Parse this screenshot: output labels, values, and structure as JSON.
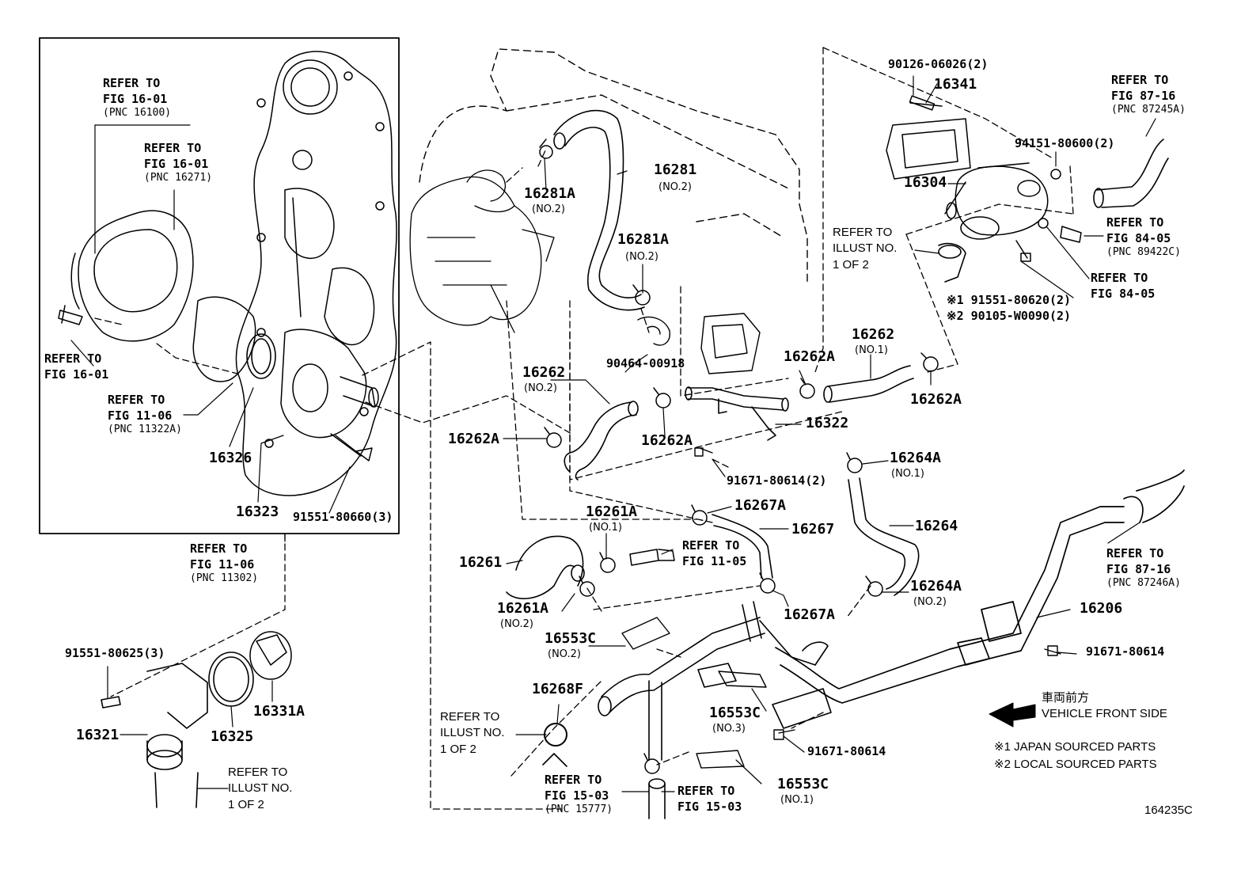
{
  "parts": {
    "p16341": "16341",
    "p90126": "90126-06026(2)",
    "p94151": "94151-80600(2)",
    "p16304": "16304",
    "p16281": "16281",
    "p16281_no": "(NO.2)",
    "p16281A_1": "16281A",
    "p16281A_1_no": "(NO.2)",
    "p16281A_2": "16281A",
    "p16281A_2_no": "(NO.2)",
    "p90464": "90464-00918",
    "p16262_no1": "16262",
    "p16262_no1_no": "(NO.1)",
    "p16262_no2": "16262",
    "p16262_no2_no": "(NO.2)",
    "p16262A_a": "16262A",
    "p16262A_b": "16262A",
    "p16262A_c": "16262A",
    "p16262A_d": "16262A",
    "p16322": "16322",
    "p91671_2": "91671-80614(2)",
    "p16264A_1": "16264A",
    "p16264A_1_no": "(NO.1)",
    "p16264": "16264",
    "p16264A_2": "16264A",
    "p16264A_2_no": "(NO.2)",
    "p16267A_1": "16267A",
    "p16267": "16267",
    "p16267A_2": "16267A",
    "p16261A_1": "16261A",
    "p16261A_1_no": "(NO.1)",
    "p16261": "16261",
    "p16261A_2": "16261A",
    "p16261A_2_no": "(NO.2)",
    "p16553C_no2": "16553C",
    "p16553C_no2_no": "(NO.2)",
    "p16553C_no3": "16553C",
    "p16553C_no3_no": "(NO.3)",
    "p16553C_no1": "16553C",
    "p16553C_no1_no": "(NO.1)",
    "p16268F": "16268F",
    "p16206": "16206",
    "p91671_a": "91671-80614",
    "p91671_b": "91671-80614",
    "p16326": "16326",
    "p16323": "16323",
    "p91551_660": "91551-80660(3)",
    "p91551_625": "91551-80625(3)",
    "p16321": "16321",
    "p16325": "16325",
    "p16331A": "16331A",
    "p91551_620": "※1 91551-80620(2)",
    "p90105": "※2 90105-W0090(2)"
  },
  "refs": {
    "r1": {
      "l1": "REFER TO",
      "l2": "FIG 16-01",
      "l3": "(PNC 16100)"
    },
    "r2": {
      "l1": "REFER TO",
      "l2": "FIG 16-01",
      "l3": "(PNC 16271)"
    },
    "r3": {
      "l1": "REFER TO",
      "l2": "FIG 16-01"
    },
    "r4": {
      "l1": "REFER TO",
      "l2": "FIG 11-06",
      "l3": "(PNC 11322A)"
    },
    "r5": {
      "l1": "REFER TO",
      "l2": "FIG 11-06",
      "l3": "(PNC 11302)"
    },
    "r6": {
      "l1": "REFER TO",
      "l2": "FIG 87-16",
      "l3": "(PNC 87245A)"
    },
    "r7": {
      "l1": "REFER TO",
      "l2": "FIG 84-05",
      "l3": "(PNC 89422C)"
    },
    "r8": {
      "l1": "REFER TO",
      "l2": "FIG 84-05"
    },
    "r9": {
      "l1": "REFER TO",
      "l2": "FIG 11-05"
    },
    "r10": {
      "l1": "REFER TO",
      "l2": "FIG 87-16",
      "l3": "(PNC 87246A)"
    },
    "r11": {
      "l1": "REFER TO",
      "l2": "FIG 15-03",
      "l3": "(PNC 15777)"
    },
    "r12": {
      "l1": "REFER TO",
      "l2": "FIG 15-03"
    }
  },
  "illust": {
    "i1": {
      "l1": "REFER TO",
      "l2": "ILLUST NO.",
      "l3": "1 OF 2"
    },
    "i2": {
      "l1": "REFER TO",
      "l2": "ILLUST NO.",
      "l3": "1 OF 2"
    },
    "i3": {
      "l1": "REFER TO",
      "l2": "ILLUST NO.",
      "l3": "1 OF 2"
    }
  },
  "direction": {
    "jp": "車両前方",
    "en": "VEHICLE FRONT SIDE"
  },
  "notes": {
    "n1": "※1 JAPAN SOURCED PARTS",
    "n2": "※2 LOCAL SOURCED PARTS"
  },
  "figure_id": "164235C"
}
